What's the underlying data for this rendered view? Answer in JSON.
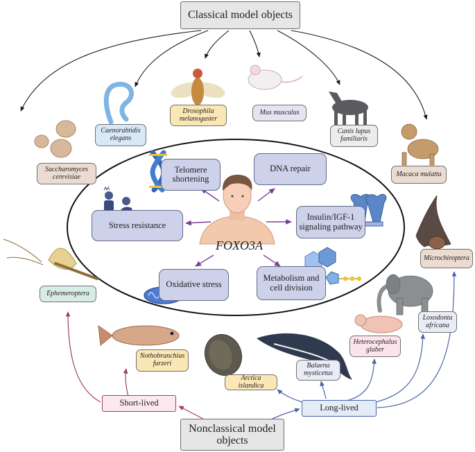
{
  "headers": {
    "classical": "Classical model objects",
    "nonclassical": "Nonclassical model objects"
  },
  "gene": "FOXO3A",
  "processes": {
    "telomere": "Telomere shortening",
    "dna_repair": "DNA repair",
    "stress": "Stress resistance",
    "insulin": "Insulin/IGF-1 signaling pathway",
    "oxidative": "Oxidative stress",
    "metabolism": "Metabolism and cell division"
  },
  "classical_species": {
    "yeast": "Saccharomyces cerevisiae",
    "worm": "Caenorabtidis elegans",
    "fly": "Drosophila melanogaster",
    "mouse": "Mus musculus",
    "dog": "Canis lupus familiaris",
    "macaque": "Macaca mulatta"
  },
  "lifespan_groups": {
    "short": "Short-lived",
    "long": "Long-lived"
  },
  "nonclassical_species": {
    "mayfly": "Ephemeroptera",
    "killifish": "Nothobranchius furzeri",
    "clam": "Arctica islandica",
    "whale": "Balaena mysticetus",
    "molerat": "Heterocephalus glaber",
    "elephant": "Loxodonta africana",
    "bat": "Microchiroptera"
  },
  "colors": {
    "short_lived_arrow": "#a0404f",
    "long_lived_arrow": "#4a62a8",
    "process_fill": "#cdd2ea",
    "header_fill": "#e6e6e6"
  }
}
